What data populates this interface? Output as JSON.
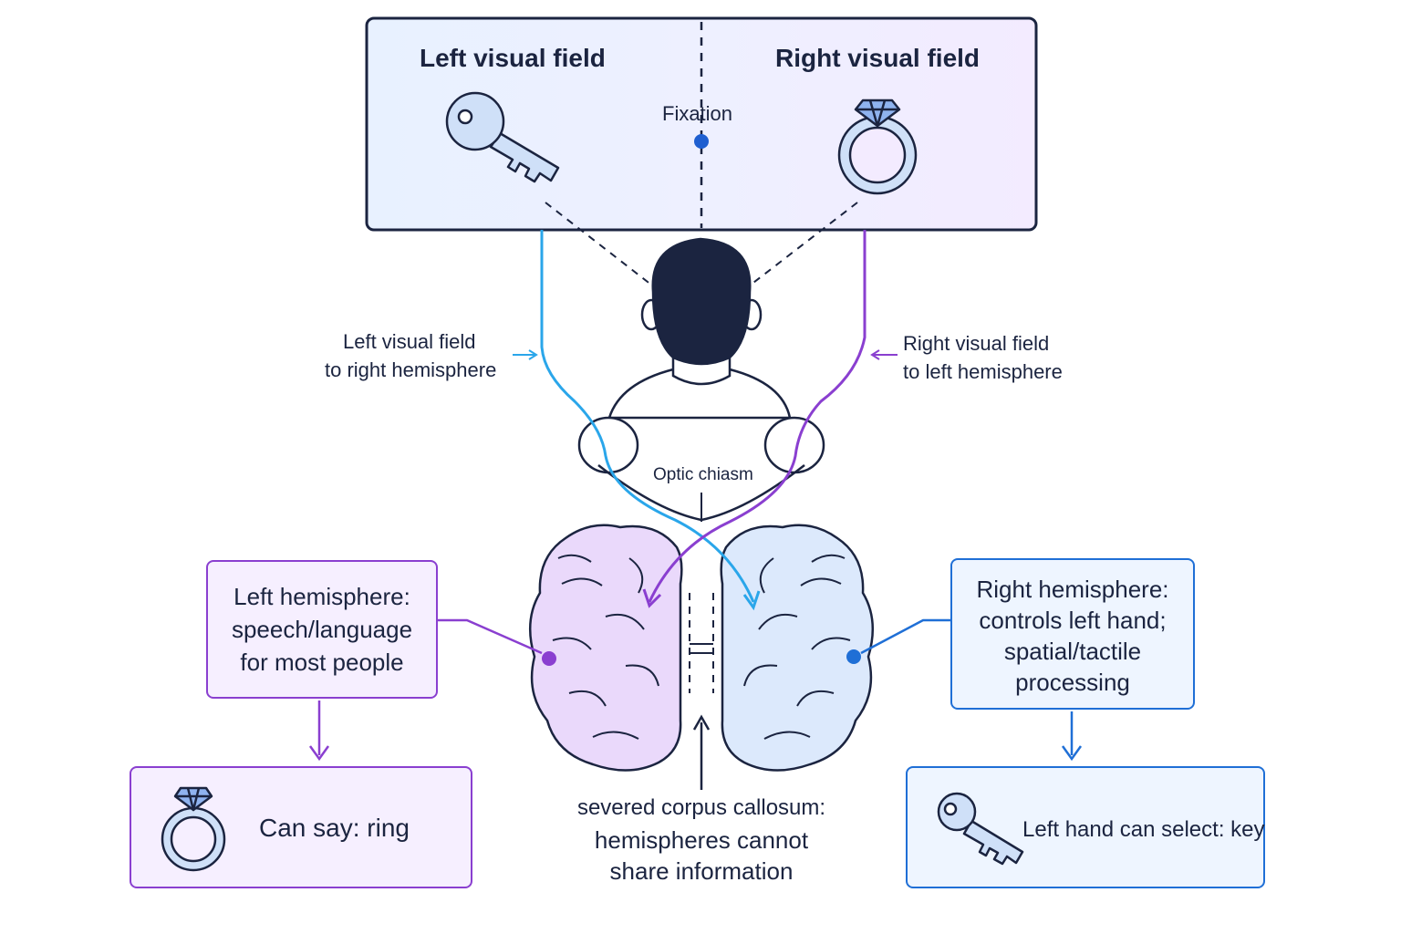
{
  "visual_field": {
    "left_label": "Left visual field",
    "right_label": "Right visual field",
    "fixation_label": "Fixation"
  },
  "pathways": {
    "left_caption_line1": "Left visual field",
    "left_caption_line2": "to right hemisphere",
    "right_caption_line1": "Right visual field",
    "right_caption_line2": "to left hemisphere",
    "chiasm_label": "Optic chiasm"
  },
  "left_hemisphere": {
    "line1": "Left hemisphere:",
    "line2": "speech/language",
    "line3": "for most people",
    "result": "Can say: ring"
  },
  "right_hemisphere": {
    "line1": "Right hemisphere:",
    "line2": "controls left hand;",
    "line3": "spatial/tactile",
    "line4": "processing",
    "result": "Left hand can select: key"
  },
  "corpus_callosum": {
    "line1": "severed corpus callosum:",
    "line2": "hemispheres cannot",
    "line3": "share information"
  },
  "colors": {
    "left_path": "#2aa6ea",
    "right_path": "#8a3fd0",
    "left_hemi_fill": "#ead9fb",
    "right_hemi_fill": "#dce9fc",
    "outline": "#1b2440"
  },
  "icons": {
    "left_object": "key-icon",
    "right_object": "ring-icon",
    "left_result_icon": "ring-icon",
    "right_result_icon": "key-icon"
  }
}
